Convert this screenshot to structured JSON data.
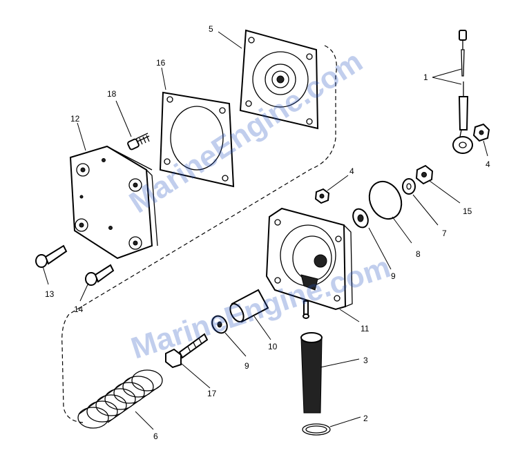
{
  "watermark": "MarineEngine.com",
  "labels": {
    "p1": "1",
    "p2": "2",
    "p3": "3",
    "p4a": "4",
    "p4b": "4",
    "p5": "5",
    "p6": "6",
    "p7": "7",
    "p8": "8",
    "p9a": "9",
    "p9b": "9",
    "p10": "10",
    "p11": "11",
    "p12": "12",
    "p13": "13",
    "p14": "14",
    "p15": "15",
    "p16": "16",
    "p17": "17",
    "p18": "18"
  }
}
